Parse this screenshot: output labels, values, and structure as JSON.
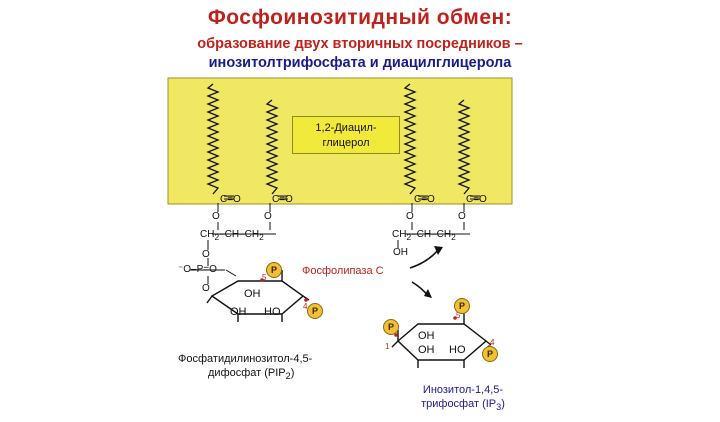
{
  "title": "Фосфоинозитидный обмен:",
  "subtitle_line1": "образование двух вторичных посредников –",
  "subtitle_line2": "инозитолтрифосфата и диацилглицерола",
  "dag_label_line1": "1,2-Диацил-",
  "dag_label_line2": "глицерол",
  "enzyme": "Фосфолипаза С",
  "pip2_line1": "Фосфатидилинозитол-4,5-",
  "pip2_line2_pre": "дифосфат (PIP",
  "pip2_sub": "2",
  "pip2_post": ")",
  "ip3_line1": "Инозитол-1,4,5-",
  "ip3_line2_pre": "трифосфат (IP",
  "ip3_sub": "3",
  "ip3_post": ")",
  "phosphate_letter": "P",
  "oh_label": "OH",
  "ho_label": "HO",
  "ring_number_4": "4",
  "ring_number_5": "5",
  "ring_number_1": "1",
  "colors": {
    "title": "#c0211c",
    "subtitle2": "#1a1a8c",
    "membrane": "#f0e862",
    "phosphate": "#f2c036",
    "enzyme": "#c0211c",
    "ip3": "#1a1a8c"
  },
  "icons": [
    "phosphate-circle-icon",
    "arrow-icon"
  ]
}
